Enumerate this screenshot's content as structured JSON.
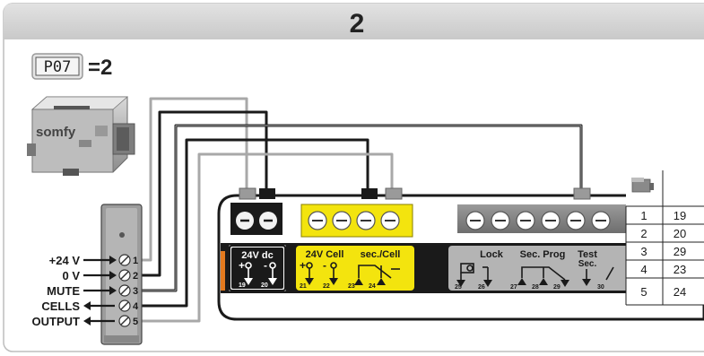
{
  "header": {
    "step_number": "2"
  },
  "parameter": {
    "display_code": "P07",
    "equals_value": "=2"
  },
  "sensor": {
    "brand": "somfy"
  },
  "terminal_labels": [
    {
      "label": "+24 V",
      "number": "1"
    },
    {
      "label": "0 V",
      "number": "2"
    },
    {
      "label": "MUTE",
      "number": "3"
    },
    {
      "label": "CELLS",
      "number": "4"
    },
    {
      "label": "OUTPUT",
      "number": "5"
    }
  ],
  "control_board": {
    "group_24vdc": {
      "title": "24V dc",
      "pins": [
        "19",
        "20"
      ],
      "polarity": [
        "+",
        "-"
      ]
    },
    "group_24vcell": {
      "title": "24V Cell",
      "pins": [
        "21",
        "22"
      ],
      "polarity": [
        "+",
        "-"
      ]
    },
    "group_seccell": {
      "title": "sec./Cell",
      "pins": [
        "23",
        "24"
      ]
    },
    "group_lock": {
      "title": "Lock",
      "pins": [
        "25",
        "26"
      ]
    },
    "group_secprog": {
      "title": "Sec. Prog",
      "pins": [
        "27",
        "28",
        "29"
      ]
    },
    "group_test": {
      "title": "Test",
      "subtitle": "Sec.",
      "pins": [
        "30"
      ]
    }
  },
  "mapping_table": {
    "rows": [
      [
        "1",
        "19"
      ],
      [
        "2",
        "20"
      ],
      [
        "3",
        "29"
      ],
      [
        "4",
        "23"
      ],
      [
        "5",
        "24"
      ]
    ]
  },
  "colors": {
    "header_bg": "#d4d4d4",
    "yellow_block": "#f3e40e",
    "board_dark": "#1a1a1a",
    "accent_orange": "#e47a1e",
    "wire_gray": "#9a9a9a",
    "wire_black": "#1a1a1a"
  }
}
